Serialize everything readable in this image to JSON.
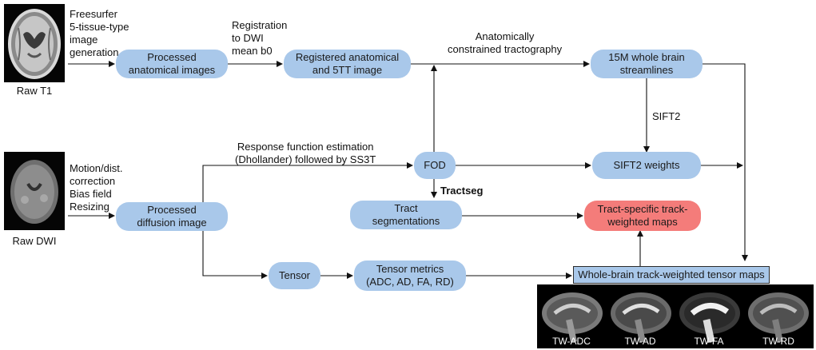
{
  "images": {
    "raw_t1": "Raw T1",
    "raw_dwi": "Raw DWI",
    "tw_maps": [
      "TW-ADC",
      "TW-AD",
      "TW-FA",
      "TW-RD"
    ]
  },
  "nodes": {
    "processed_anatomical": "Processed\nanatomical images",
    "registered_anatomical": "Registered anatomical\nand 5TT image",
    "whole_brain_streamlines": "15M whole brain\nstreamlines",
    "fod": "FOD",
    "sift2_weights": "SIFT2 weights",
    "processed_diffusion": "Processed\ndiffusion image",
    "tract_segmentations": "Tract\nsegmentations",
    "tract_specific_maps": "Tract-specific track-\nweighted maps",
    "tensor": "Tensor",
    "tensor_metrics": "Tensor metrics\n(ADC, AD, FA, RD)",
    "whole_brain_tensor_maps": "Whole-brain track-weighted tensor maps"
  },
  "edge_labels": {
    "freesurfer": "Freesurfer\n5-tissue-type\nimage\ngeneration",
    "registration": "Registration\nto DWI\nmean b0",
    "anatomically_constrained": "Anatomically\nconstrained tractography",
    "sift2": "SIFT2",
    "response_function": "Response function estimation\n(Dhollander) followed by SS3T",
    "motion_correction": "Motion/dist.\ncorrection\nBias field\nResizing",
    "tractseg": "Tractseg"
  },
  "colors": {
    "node_blue": "#a9c8ea",
    "node_red": "#f47c7a",
    "arrow": "#111111"
  }
}
